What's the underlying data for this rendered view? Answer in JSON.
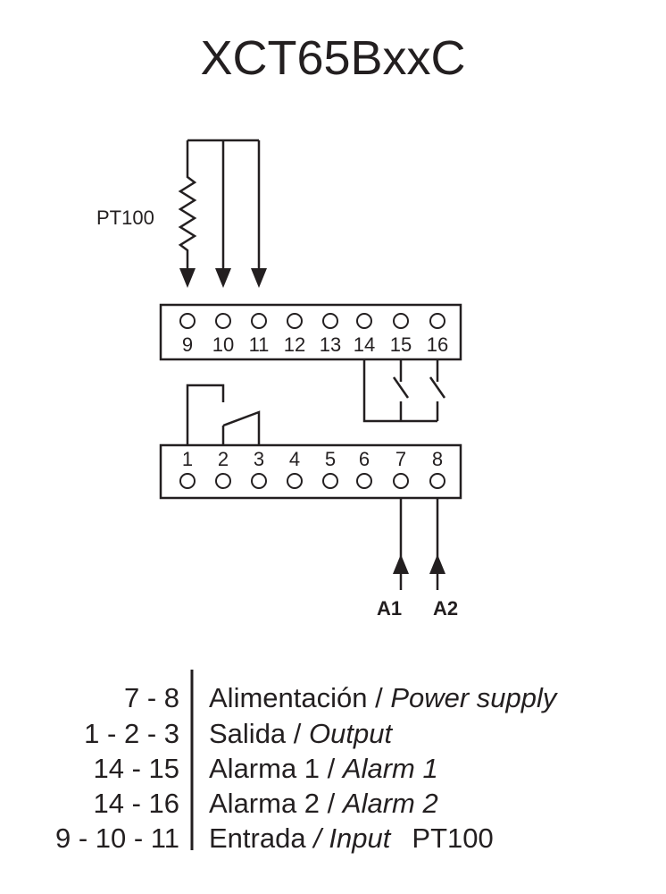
{
  "title": "XCT65BxxC",
  "sensor_label": "PT100",
  "top_terminals": [
    "9",
    "10",
    "11",
    "12",
    "13",
    "14",
    "15",
    "16"
  ],
  "bottom_terminals": [
    "1",
    "2",
    "3",
    "4",
    "5",
    "6",
    "7",
    "8"
  ],
  "supply_labels": [
    "A1",
    "A2"
  ],
  "legend": [
    {
      "terminals": "7 - 8",
      "es": "Alimentación /",
      "en": "Power supply",
      "extra": ""
    },
    {
      "terminals": "1 - 2 - 3",
      "es": "Salida /",
      "en": "Output",
      "extra": ""
    },
    {
      "terminals": "14 - 15",
      "es": "Alarma 1 /",
      "en": "Alarm 1",
      "extra": ""
    },
    {
      "terminals": "14 - 16",
      "es": "Alarma 2 /",
      "en": "Alarm 2",
      "extra": ""
    },
    {
      "terminals": "9 - 10 - 11",
      "es": "Entrada",
      "en": "/ Input",
      "extra": "PT100"
    }
  ],
  "colors": {
    "ink": "#231f20",
    "background": "#ffffff"
  }
}
